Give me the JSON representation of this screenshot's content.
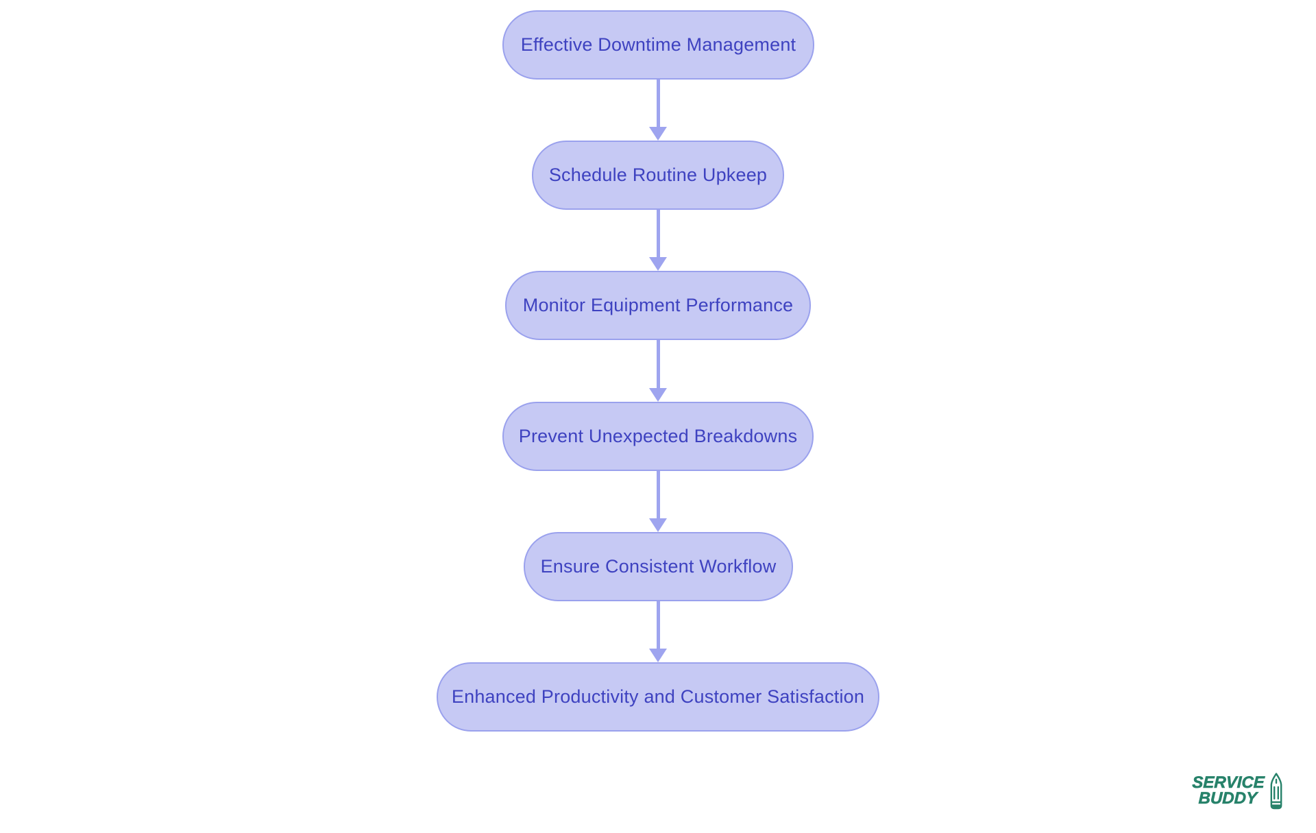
{
  "flowchart": {
    "nodes": [
      {
        "label": "Effective Downtime Management"
      },
      {
        "label": "Schedule Routine Upkeep"
      },
      {
        "label": "Monitor Equipment Performance"
      },
      {
        "label": "Prevent Unexpected Breakdowns"
      },
      {
        "label": "Ensure Consistent Workflow"
      },
      {
        "label": "Enhanced Productivity and Customer Satisfaction"
      }
    ],
    "connectors": "vertical-arrows-top-to-bottom"
  },
  "logo": {
    "line1": "SERVICE",
    "line2": "BUDDY",
    "icon": "pencil-icon"
  },
  "colors": {
    "node_fill": "#c6c9f4",
    "node_border": "#9aa1ed",
    "node_text": "#3e42c0",
    "arrow": "#9ea4ef",
    "logo_green": "#27826a"
  }
}
